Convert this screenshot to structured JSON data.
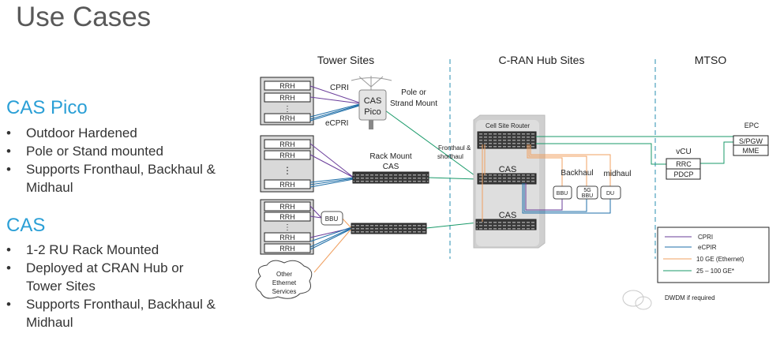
{
  "title": "Use Cases",
  "sections": [
    {
      "heading": "CAS Pico",
      "bullets": [
        "Outdoor Hardened",
        "Pole or Stand mounted",
        "Supports Fronthaul, Backhaul &",
        "Midhaul"
      ]
    },
    {
      "heading": "CAS",
      "bullets": [
        "1-2 RU Rack Mounted",
        "Deployed at CRAN Hub or",
        "Tower Sites",
        "Supports Fronthaul, Backhaul &",
        "Midhaul"
      ]
    }
  ],
  "diagram": {
    "zones": [
      "Tower Sites",
      "C-RAN Hub Sites",
      "MTSO"
    ],
    "rrh": "RRH",
    "cpri_label": "CPRI",
    "ecpri_label": "eCPRI",
    "cas_pico": [
      "CAS",
      "Pico"
    ],
    "pole": [
      "Pole or",
      "Strand Mount"
    ],
    "rack_mount": [
      "Rack Mount",
      "CAS"
    ],
    "bbu": "BBU",
    "cloud": [
      "Other",
      "Ethernet",
      "Services"
    ],
    "fronthaul": [
      "Fronthaul  &",
      "shorthaul"
    ],
    "cell_site_router": "Cell Site Router",
    "cas": "CAS",
    "backhaul": "Backhaul",
    "midhaul": "midhaul",
    "bbu_5g": [
      "5G",
      "BBU"
    ],
    "du": "DU",
    "vcu": "vCU",
    "rrc": "RRC",
    "pdcp": "PDCP",
    "epc": "EPC",
    "spgw": "S/PGW",
    "mme": "MME",
    "dwdm": "DWDM if required",
    "legend": [
      {
        "label": "CPRI",
        "color": "#6a3d9a"
      },
      {
        "label": "eCPIR",
        "color": "#1f6fa8"
      },
      {
        "label": "10 GE  (Ethernet)",
        "color": "#f0a060"
      },
      {
        "label": "25 – 100 GE*",
        "color": "#1a9a6a"
      }
    ]
  },
  "colors": {
    "accent": "#2a9fd6",
    "dashed_divider": "#2a8fb0"
  }
}
